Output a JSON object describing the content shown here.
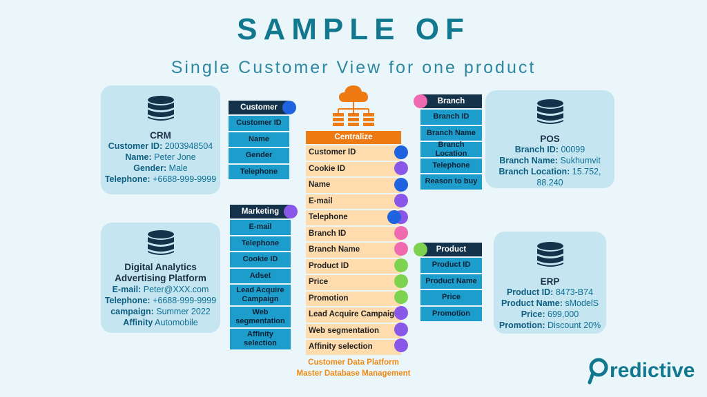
{
  "title": "SAMPLE OF",
  "subtitle": "Single Customer View for one product",
  "colors": {
    "accent": "#12788f",
    "orange": "#ee7a14",
    "blue_dot": "#1f63e0",
    "purple_dot": "#8a58e8",
    "pink_dot": "#f06ab0",
    "green_dot": "#7dd34f"
  },
  "sources": {
    "crm": {
      "name": "CRM",
      "icon": "database-icon",
      "rows": [
        {
          "k": "Customer ID:",
          "v": "2003948504"
        },
        {
          "k": "Name:",
          "v": "Peter Jone"
        },
        {
          "k": "Gender:",
          "v": "Male"
        },
        {
          "k": "Telephone:",
          "v": "+6688-999-9999"
        }
      ]
    },
    "digital": {
      "name_line1": "Digital Analytics",
      "name_line2": "Advertising Platform",
      "icon": "database-icon",
      "rows": [
        {
          "k": "E-mail:",
          "v": "Peter@XXX.com"
        },
        {
          "k": "Telephone:",
          "v": "+6688-999-9999"
        },
        {
          "k": "campaign:",
          "v": "Summer 2022"
        },
        {
          "k": "Affinity",
          "v": "Automobile"
        }
      ]
    },
    "pos": {
      "name": "POS",
      "icon": "database-icon",
      "rows": [
        {
          "k": "Branch ID:",
          "v": "00099"
        },
        {
          "k": "Branch Name:",
          "v": "Sukhumvit"
        },
        {
          "k": "Branch Location:",
          "v": "15.752, 88.240"
        }
      ]
    },
    "erp": {
      "name": "ERP",
      "icon": "database-icon",
      "rows": [
        {
          "k": "Product ID:",
          "v": "8473-B74"
        },
        {
          "k": "Product Name:",
          "v": "sModelS"
        },
        {
          "k": "Price:",
          "v": "699,000"
        },
        {
          "k": "Promotion:",
          "v": "Discount 20%"
        }
      ]
    }
  },
  "tables": {
    "customer": {
      "header": "Customer",
      "cells": [
        "Customer ID",
        "Name",
        "Gender",
        "Telephone"
      ]
    },
    "marketing": {
      "header": "Marketing",
      "cells": [
        "E-mail",
        "Telephone",
        "Cookie ID",
        "Adset",
        "Lead Acquire Campaign",
        "Web segmentation",
        "Affinity selection"
      ]
    },
    "branch": {
      "header": "Branch",
      "cells": [
        "Branch ID",
        "Branch Name",
        "Branch Location",
        "Telephone",
        "Reason to buy"
      ]
    },
    "product": {
      "header": "Product",
      "cells": [
        "Product ID",
        "Product Name",
        "Price",
        "Promotion"
      ]
    }
  },
  "centralize": {
    "icon": "cloud-server-icon",
    "header": "Centralize",
    "rows": [
      "Customer ID",
      "Cookie ID",
      "Name",
      "E-mail",
      "Telephone",
      "Branch ID",
      "Branch Name",
      "Product ID",
      "Price",
      "Promotion",
      "Lead Acquire Campaign",
      "Web segmentation",
      "Affinity selection"
    ],
    "footer_line1": "Customer Data Platform",
    "footer_line2": "Master Database Management"
  },
  "logo": {
    "text": "redictive",
    "icon": "p-magnifier-icon"
  }
}
